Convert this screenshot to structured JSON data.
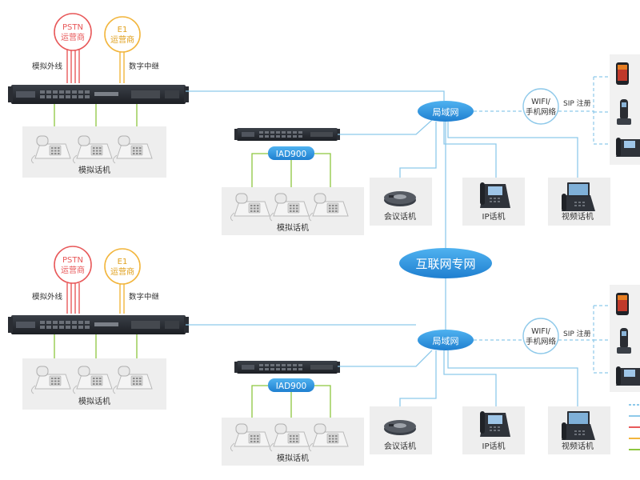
{
  "top": {
    "pstn": {
      "line1": "PSTN",
      "line2": "运营商"
    },
    "e1": {
      "line1": "E1",
      "line2": "运营商"
    },
    "analog_trunk_label": "模拟外线",
    "digital_trunk_label": "数字中继",
    "analog_phones_label_left": "模拟话机",
    "iad": "IAD900",
    "analog_phones_label_mid": "模拟话机",
    "lan": "局域网",
    "wifi": {
      "line1": "WIFI/",
      "line2": "手机网络"
    },
    "sip": "SIP 注册",
    "conference_phone": "会议话机",
    "ip_phone": "IP话机",
    "video_phone": "视频话机"
  },
  "internet": "互联网专网",
  "bottom": {
    "pstn": {
      "line1": "PSTN",
      "line2": "运营商"
    },
    "e1": {
      "line1": "E1",
      "line2": "运营商"
    },
    "analog_trunk_label": "模拟外线",
    "digital_trunk_label": "数字中继",
    "analog_phones_label_left": "模拟话机",
    "iad": "IAD900",
    "analog_phones_label_mid": "模拟话机",
    "lan": "局域网",
    "wifi": {
      "line1": "WIFI/",
      "line2": "手机网络"
    },
    "sip": "SIP 注册",
    "conference_phone": "会议话机",
    "ip_phone": "IP话机",
    "video_phone": "视频话机"
  },
  "colors": {
    "pstn": "#e8595a",
    "e1": "#f2b53c",
    "link": "#8ec9ea",
    "lan_fill": "#2a8fdc",
    "phone_line": "#8dc63f",
    "device": "#2b2f36"
  }
}
